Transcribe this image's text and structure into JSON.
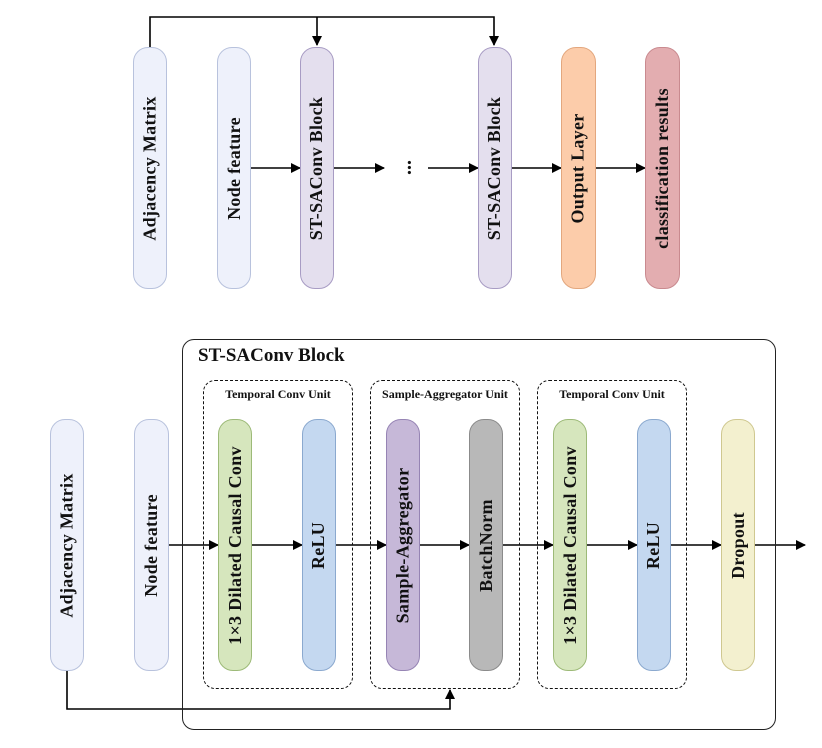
{
  "top": {
    "adjacency": "Adjacency Matrix",
    "node_feature": "Node feature",
    "block1": "ST-SAConv  Block",
    "ellipsis": "...",
    "block2": "ST-SAConv  Block",
    "output": "Output Layer",
    "results": "classification results"
  },
  "bottom": {
    "block_title": "ST-SAConv  Block",
    "adjacency": "Adjacency Matrix",
    "node_feature": "Node feature",
    "unit1_title": "Temporal Conv Unit",
    "unit2_title": "Sample-Aggregator Unit",
    "unit3_title": "Temporal Conv Unit",
    "conv1": "1×3 Dilated Causal Conv",
    "relu1": "ReLU",
    "sample_agg": "Sample-Aggregator",
    "batchnorm": "BatchNorm",
    "conv2": "1×3 Dilated Causal Conv",
    "relu2": "ReLU",
    "dropout": "Dropout"
  },
  "colors": {
    "white": "#eef1fb",
    "purple": "#e4dfee",
    "orange": "#fcccaa",
    "pink": "#e3adb0",
    "green": "#d6e6bd",
    "blue": "#c4d8f0",
    "violet": "#c6b8d8",
    "gray": "#b8b8b8",
    "yellow": "#f3f0cf"
  }
}
